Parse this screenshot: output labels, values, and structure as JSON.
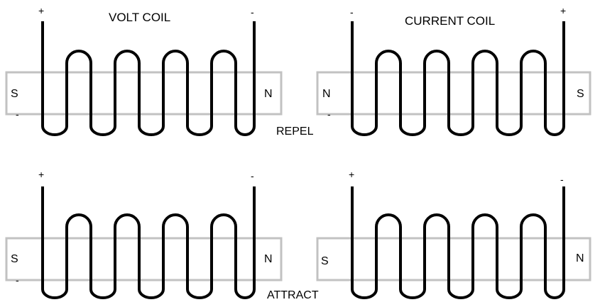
{
  "labels": {
    "volt_coil": "VOLT COIL",
    "current_coil": "CURRENT COIL",
    "repel": "REPEL",
    "attract": "ATTRACT"
  },
  "panels": [
    {
      "id": "top-left",
      "left_pole": "S",
      "right_pole": "N",
      "left_terminal": "+",
      "right_terminal": "-",
      "core_mark": "-"
    },
    {
      "id": "top-right",
      "left_pole": "N",
      "right_pole": "S",
      "left_terminal": "-",
      "right_terminal": "+",
      "core_mark": "-"
    },
    {
      "id": "bottom-left",
      "left_pole": "S",
      "right_pole": "N",
      "left_terminal": "+",
      "right_terminal": "-",
      "core_mark": "-"
    },
    {
      "id": "bottom-right",
      "left_pole": "S",
      "right_pole": "N",
      "left_terminal": "+",
      "right_terminal": "-",
      "core_mark": ""
    }
  ],
  "colors": {
    "wire": "#000000",
    "core": "#c2c2c2",
    "text": "#000000",
    "background": "#ffffff"
  }
}
